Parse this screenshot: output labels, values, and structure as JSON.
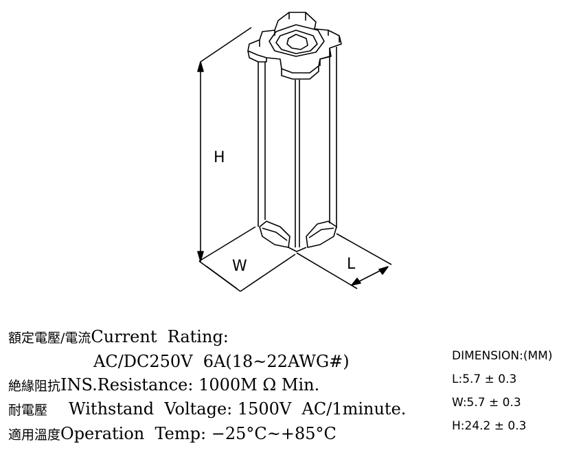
{
  "drawing": {
    "labels": {
      "height": "H",
      "width": "W",
      "length": "L"
    }
  },
  "specs": [
    {
      "cjk": "額定電壓/電流",
      "text": "Current  Rating:"
    },
    {
      "cjk": "",
      "text": "AC/DC250V  6A(18~22AWG#)"
    },
    {
      "cjk": "絶緣阻抗",
      "text": "INS.Resistance: 1000M Ω Min."
    },
    {
      "cjk": "耐電壓",
      "text": "Withstand  Voltage: 1500V  AC/1minute."
    },
    {
      "cjk": "適用溫度",
      "text": "Operation  Temp: −25°C~+85°C"
    }
  ],
  "dimension_table": {
    "title": "DIMENSION:(MM)",
    "rows": [
      "L:5.7 ± 0.3",
      "W:5.7 ± 0.3",
      "H:24.2 ± 0.3"
    ]
  }
}
